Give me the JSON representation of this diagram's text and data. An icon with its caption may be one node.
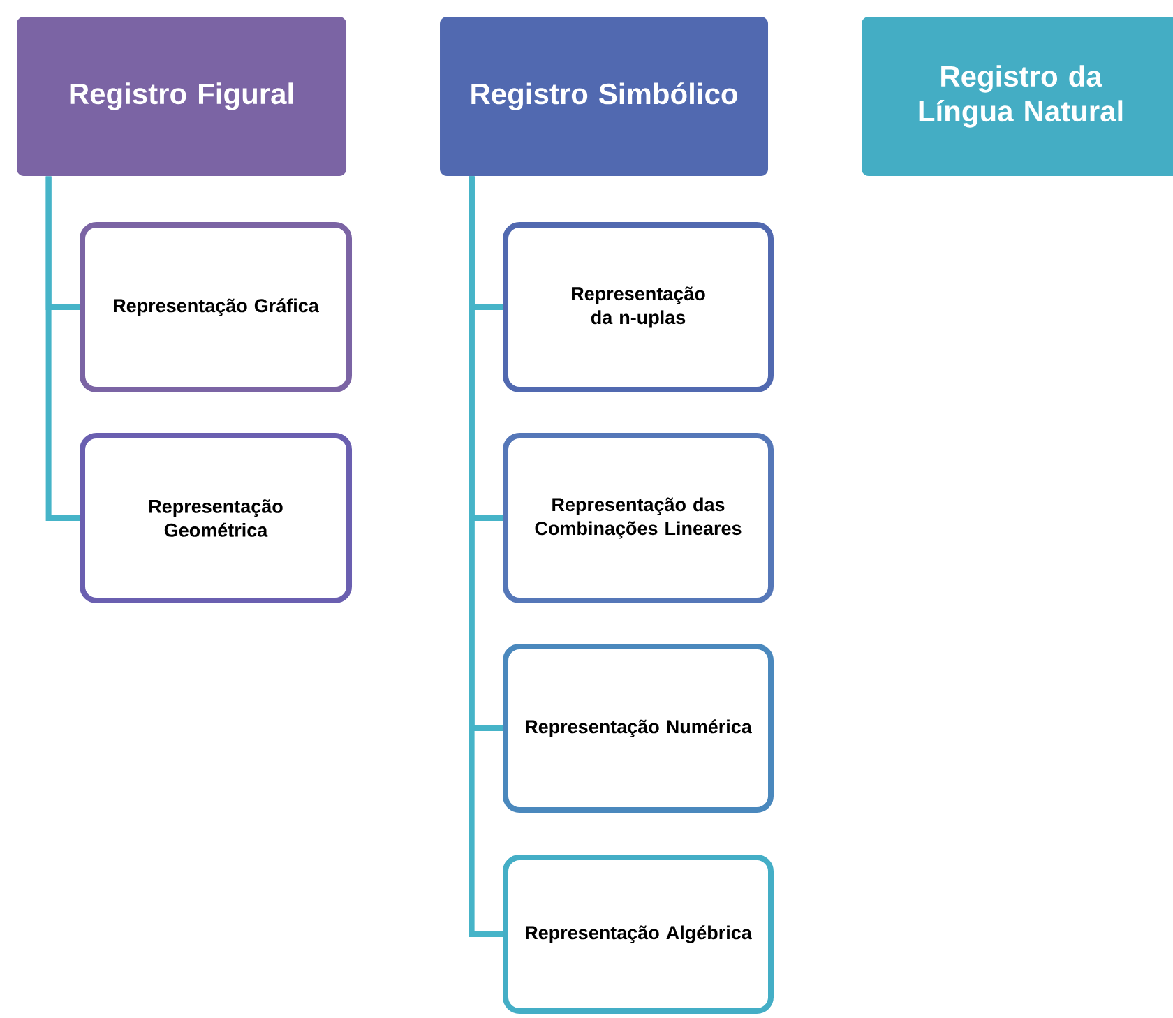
{
  "diagram": {
    "nodes": [
      {
        "text": [
          "Registro Figural"
        ]
      },
      {
        "text": [
          "Representação Gráfica"
        ]
      },
      {
        "text": [
          "Representação Geométrica"
        ]
      },
      {
        "text": [
          "Registro Simbólico"
        ]
      },
      {
        "text": [
          "Representação da n-uplas"
        ]
      },
      {
        "text": [
          "Representação das Combinações Lineares"
        ]
      },
      {
        "text": [
          "Representação Numérica"
        ]
      },
      {
        "text": [
          "Representação Algébrica"
        ]
      },
      {
        "text": [
          "Registro da Língua Natural"
        ]
      }
    ],
    "edges": [
      {
        "from": 0,
        "to": 1,
        "arrow": "none"
      },
      {
        "from": 0,
        "to": 2,
        "arrow": "none"
      },
      {
        "from": 3,
        "to": 4,
        "arrow": "none"
      },
      {
        "from": 3,
        "to": 5,
        "arrow": "none"
      },
      {
        "from": 3,
        "to": 6,
        "arrow": "none"
      },
      {
        "from": 3,
        "to": 7,
        "arrow": "none"
      }
    ]
  }
}
